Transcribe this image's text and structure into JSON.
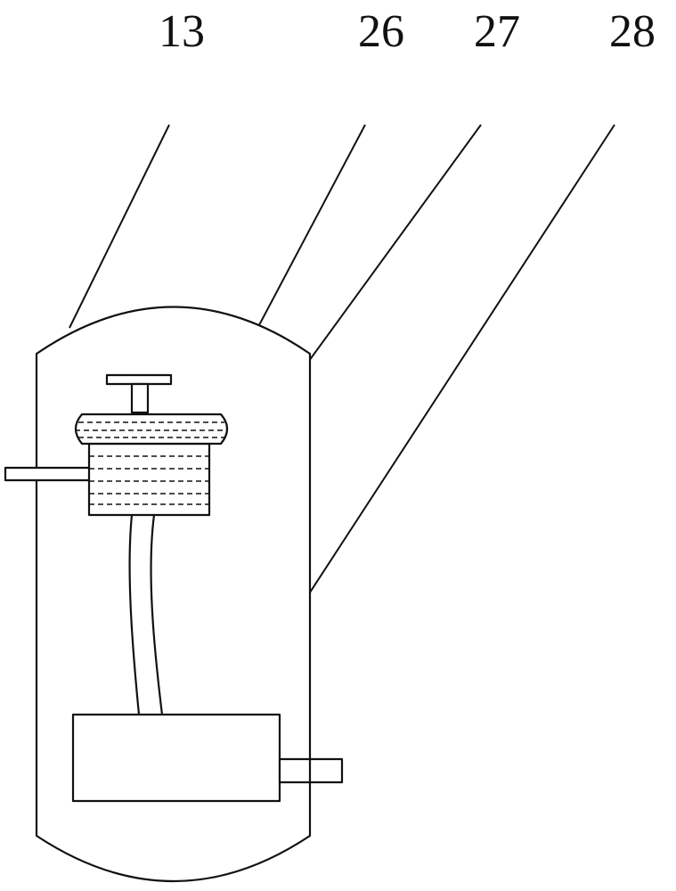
{
  "labels": {
    "label_13": "13",
    "label_26": "26",
    "label_27": "27",
    "label_28": "28"
  },
  "colors": {
    "line": "#111111",
    "background": "#ffffff"
  }
}
